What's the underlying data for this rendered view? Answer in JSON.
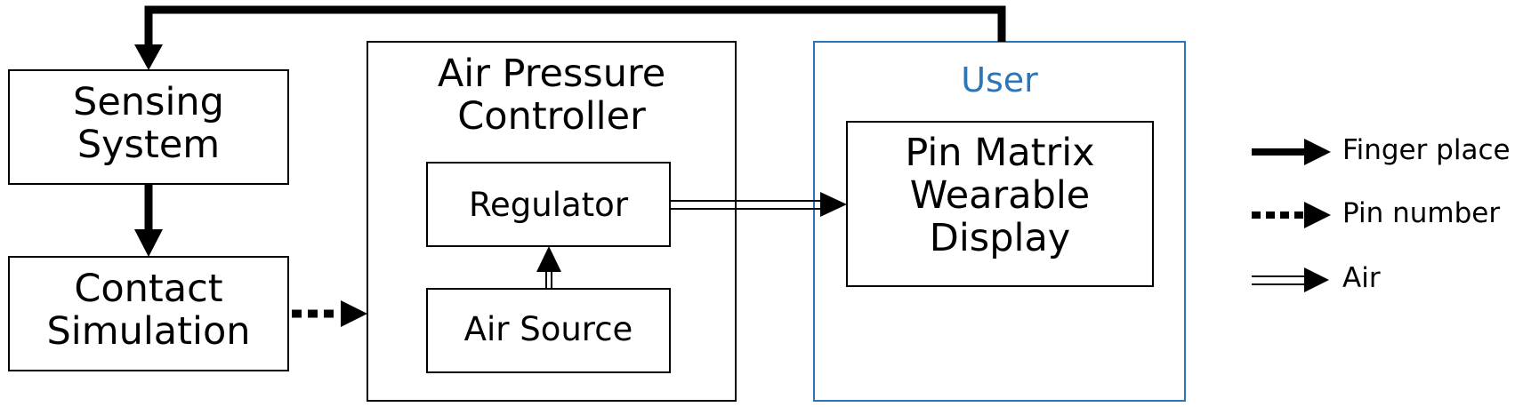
{
  "diagram": {
    "blocks": {
      "sensing_system": "Sensing\nSystem",
      "contact_simulation": "Contact\nSimulation",
      "air_pressure_controller": "Air Pressure\nController",
      "regulator": "Regulator",
      "air_source": "Air Source",
      "user": "User",
      "pin_matrix_display": "Pin Matrix\nWearable\nDisplay"
    },
    "legend": {
      "finger_place": "Finger place",
      "pin_number": "Pin number",
      "air": "Air"
    },
    "colors": {
      "line": "#000000",
      "user_box": "#2e75b6",
      "user_text": "#2e75b6",
      "background": "#ffffff"
    }
  }
}
